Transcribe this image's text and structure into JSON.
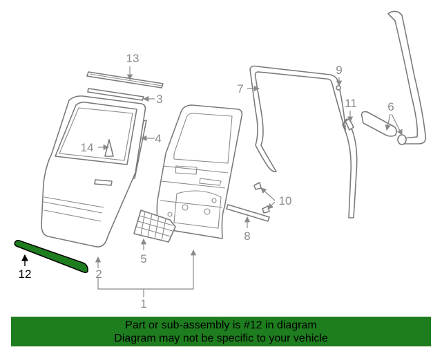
{
  "callouts": {
    "c1": "1",
    "c2": "2",
    "c3": "3",
    "c4": "4",
    "c5": "5",
    "c6": "6",
    "c7": "7",
    "c8": "8",
    "c9": "9",
    "c10": "10",
    "c11": "11",
    "c12": "12",
    "c13": "13",
    "c14": "14"
  },
  "highlight_color": "#1e7d1e",
  "highlighted_part": "12",
  "banner": {
    "line1": "Part or sub-assembly is #12 in diagram",
    "line2": "Diagram may not be specific to your vehicle"
  }
}
